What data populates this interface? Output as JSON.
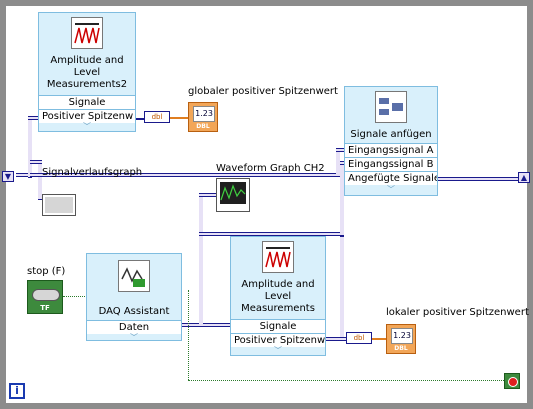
{
  "blocks": {
    "amp2": {
      "title": "Amplitude and Level Measurements2",
      "in": "Signale",
      "out": "Positiver Spitzenw"
    },
    "amp1": {
      "title": "Amplitude and Level Measurements",
      "in": "Signale",
      "out": "Positiver Spitzenw"
    },
    "append": {
      "title": "Signale anfügen",
      "in_a": "Eingangssignal A",
      "in_b": "Eingangssignal B",
      "out": "Angefügte Signale"
    },
    "daq": {
      "title": "DAQ Assistant",
      "out": "Daten"
    }
  },
  "labels": {
    "global_peak": "globaler positiver Spitzenwert",
    "local_peak": "lokaler positiver Spitzenwert",
    "signal_graph": "Signalverlaufsgraph",
    "waveform_ch2": "Waveform Graph CH2",
    "stop": "stop (F)"
  },
  "indicator": {
    "value": "1.23",
    "type": "DBL"
  },
  "stop_type": "TF",
  "conv_label": "dbl",
  "loop_index": "i"
}
